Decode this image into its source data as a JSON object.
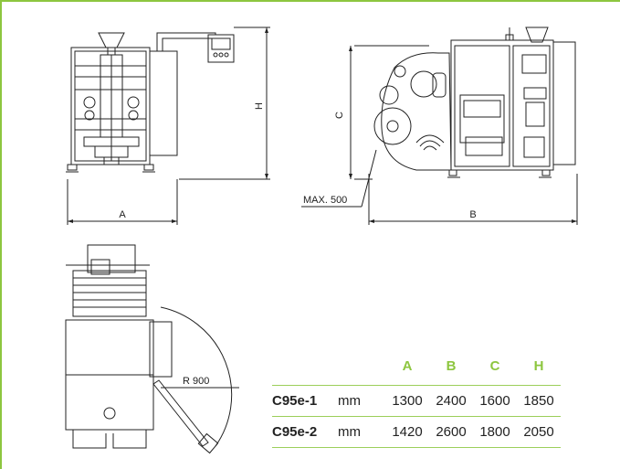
{
  "labels": {
    "dim_a": "A",
    "dim_b": "B",
    "dim_c": "C",
    "dim_h": "H",
    "max_500": "MAX. 500",
    "radius": "R 900"
  },
  "table": {
    "headers": [
      "A",
      "B",
      "C",
      "H"
    ],
    "rows": [
      {
        "model": "C95e-1",
        "unit": "mm",
        "values": [
          "1300",
          "2400",
          "1600",
          "1850"
        ]
      },
      {
        "model": "C95e-2",
        "unit": "mm",
        "values": [
          "1420",
          "2600",
          "1800",
          "2050"
        ]
      }
    ]
  },
  "colors": {
    "accent": "#8dc63f",
    "line": "#222222"
  }
}
